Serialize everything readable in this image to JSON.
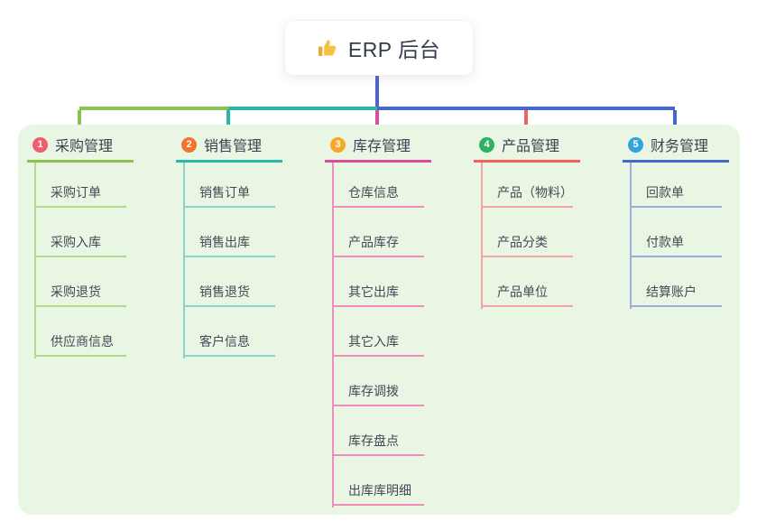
{
  "root": {
    "title": "ERP 后台",
    "icon": "thumbs-up-icon",
    "icon_color": "#f6c244"
  },
  "trunk_color": "#5164c6",
  "panel_color": "#e9f6e3",
  "branches": [
    {
      "badge": "1",
      "title": "采购管理",
      "badge_color": "#ef5e6c",
      "line_color": "#8cc152",
      "child_line_color": "#b3d98c",
      "children": [
        "采购订单",
        "采购入库",
        "采购退货",
        "供应商信息"
      ]
    },
    {
      "badge": "2",
      "title": "销售管理",
      "badge_color": "#f2752e",
      "line_color": "#2ab7a9",
      "child_line_color": "#8ad4c9",
      "children": [
        "销售订单",
        "销售出库",
        "销售退货",
        "客户信息"
      ]
    },
    {
      "badge": "3",
      "title": "库存管理",
      "badge_color": "#f9a825",
      "line_color": "#d8509d",
      "child_line_color": "#f08cbe",
      "children": [
        "仓库信息",
        "产品库存",
        "其它出库",
        "其它入库",
        "库存调拨",
        "库存盘点",
        "出库库明细"
      ]
    },
    {
      "badge": "4",
      "title": "产品管理",
      "badge_color": "#2eb261",
      "line_color": "#f15f5f",
      "child_line_color": "#f7a3a3",
      "children": [
        "产品（物料）",
        "产品分类",
        "产品单位"
      ]
    },
    {
      "badge": "5",
      "title": "财务管理",
      "badge_color": "#33a3db",
      "line_color": "#4868c8",
      "child_line_color": "#9cadde",
      "children": [
        "回款单",
        "付款单",
        "结算账户"
      ]
    }
  ]
}
